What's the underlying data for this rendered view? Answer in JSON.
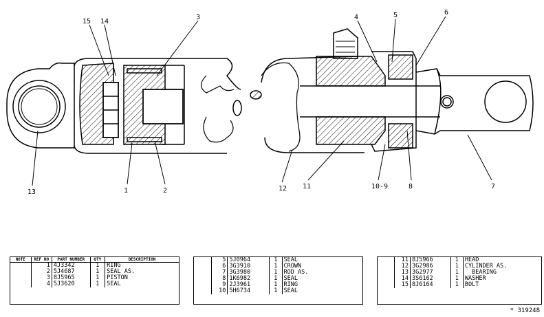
{
  "callouts": [
    "15",
    "14",
    "3",
    "4",
    "5",
    "6",
    "13",
    "1",
    "2",
    "12",
    "11",
    "10-9",
    "8",
    "7"
  ],
  "table1": {
    "headers": [
      "NOTE",
      "REF NO",
      "PART NUMBER",
      "QTY",
      "DESCRIPTION"
    ],
    "rows": [
      {
        "ref": "1",
        "pn": "4J3342",
        "qty": "1",
        "desc": "RING"
      },
      {
        "ref": "2",
        "pn": "5J4687",
        "qty": "1",
        "desc": "SEAL AS."
      },
      {
        "ref": "3",
        "pn": "8J5965",
        "qty": "1",
        "desc": "PISTON"
      },
      {
        "ref": "4",
        "pn": "5J3620",
        "qty": "1",
        "desc": "SEAL"
      }
    ]
  },
  "table2": {
    "rows": [
      {
        "ref": "5",
        "pn": "5J0964",
        "qty": "1",
        "desc": "SEAL"
      },
      {
        "ref": "6",
        "pn": "3G3910",
        "qty": "1",
        "desc": "CROWN"
      },
      {
        "ref": "7",
        "pn": "3G3980",
        "qty": "1",
        "desc": "ROD AS."
      },
      {
        "ref": "8",
        "pn": "1K6982",
        "qty": "1",
        "desc": "SEAL"
      },
      {
        "ref": "9",
        "pn": "2J3961",
        "qty": "1",
        "desc": "RING"
      },
      {
        "ref": "10",
        "pn": "5H6734",
        "qty": "1",
        "desc": "SEAL"
      }
    ]
  },
  "table3": {
    "rows": [
      {
        "ref": "11",
        "pn": "8J5966",
        "qty": "1",
        "desc": "HEAD"
      },
      {
        "ref": "12",
        "pn": "3G2986",
        "qty": "1",
        "desc": "CYLINDER AS."
      },
      {
        "ref": "13",
        "pn": "3G2977",
        "qty": "1",
        "desc": "  BEARING"
      },
      {
        "ref": "14",
        "pn": "3S6162",
        "qty": "1",
        "desc": "WASHER"
      },
      {
        "ref": "15",
        "pn": "8J6164",
        "qty": "1",
        "desc": "BOLT"
      }
    ]
  },
  "figure_number": "* 319248"
}
